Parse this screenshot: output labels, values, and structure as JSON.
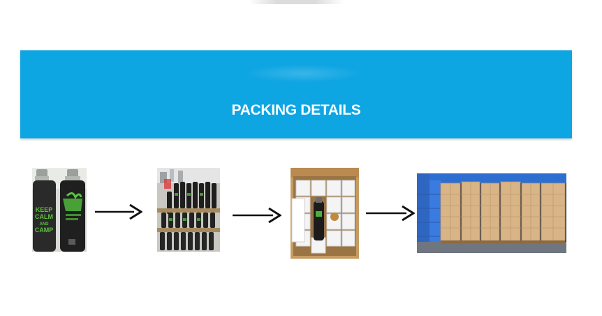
{
  "header": {
    "title": "PACKING DETAILS",
    "accent_color": "#0ea5e3"
  },
  "steps": [
    {
      "name": "bottles",
      "bottle_text": [
        "KEEP",
        "CALM",
        "AND",
        "CAMP"
      ]
    },
    {
      "name": "bottle-rack"
    },
    {
      "name": "carton-box"
    },
    {
      "name": "warehouse-pallets"
    }
  ],
  "icons": [
    "arrow-right-icon",
    "arrow-right-icon",
    "arrow-right-icon"
  ]
}
